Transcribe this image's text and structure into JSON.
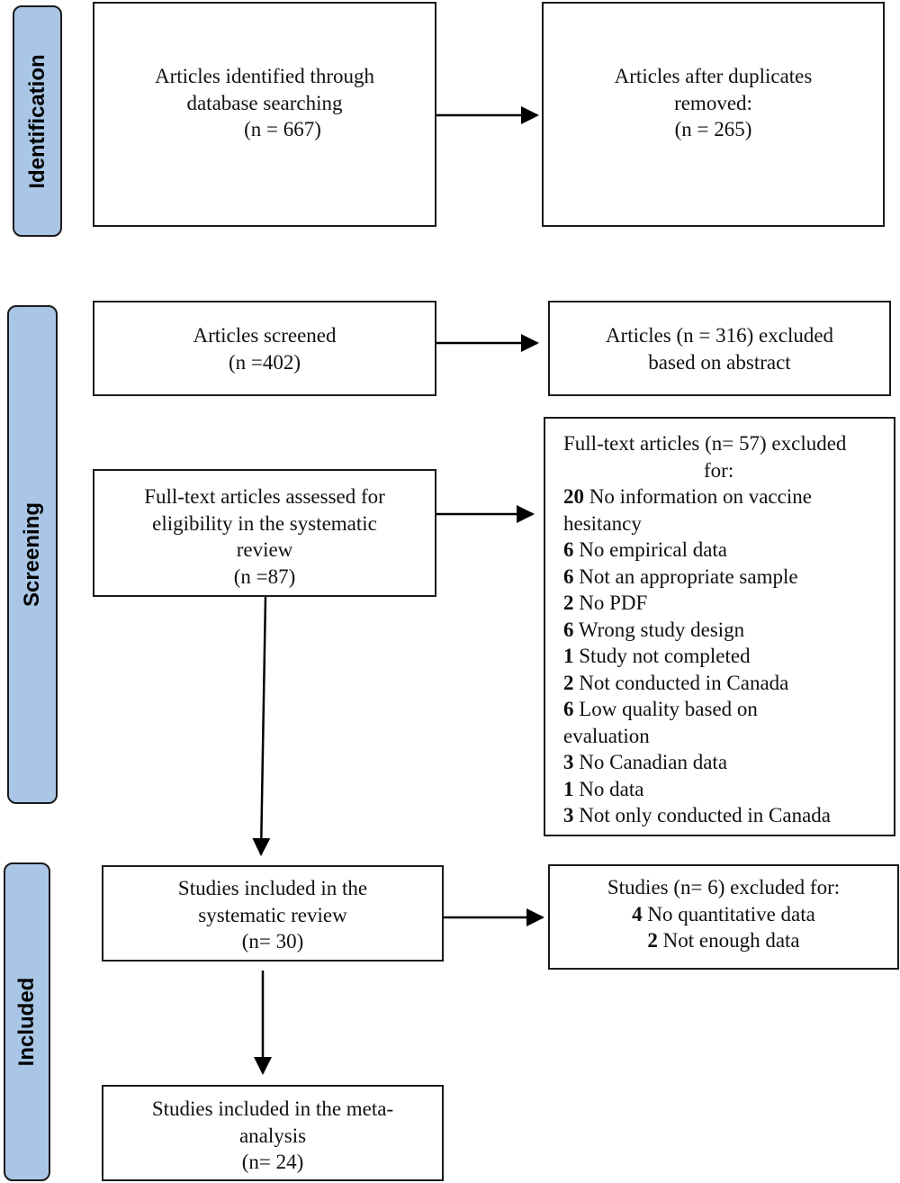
{
  "phases": {
    "identification": "Identification",
    "screening": "Screening",
    "included": "Included"
  },
  "boxes": {
    "identified": [
      "Articles identified through",
      "database searching",
      "(n = 667)"
    ],
    "duplicates_removed": [
      "Articles after duplicates",
      "removed:",
      "(n = 265)"
    ],
    "screened": [
      "Articles screened",
      "(n =402)"
    ],
    "excluded_abstract": [
      "Articles (n = 316) excluded",
      "based on abstract"
    ],
    "assessed": [
      "Full-text articles assessed for",
      "eligibility in the systematic",
      "review",
      "(n =87)"
    ],
    "excluded_fulltext": {
      "header": [
        "Full-text articles (n= 57) excluded",
        "for:"
      ],
      "items": [
        {
          "count": "20",
          "reason": "No information on vaccine",
          "reason_cont": "hesitancy"
        },
        {
          "count": "6",
          "reason": "No empirical data"
        },
        {
          "count": "6",
          "reason": "Not an appropriate sample"
        },
        {
          "count": "2",
          "reason": "No PDF"
        },
        {
          "count": "6",
          "reason": "Wrong study design"
        },
        {
          "count": "1",
          "reason": "Study not completed"
        },
        {
          "count": "2",
          "reason": "Not conducted in Canada"
        },
        {
          "count": "6",
          "reason": "Low quality based on",
          "reason_cont": "evaluation"
        },
        {
          "count": "3",
          "reason": "No Canadian data"
        },
        {
          "count": "1",
          "reason": "No data"
        },
        {
          "count": "3",
          "reason": "Not only conducted in Canada"
        }
      ]
    },
    "included_review": [
      "Studies included in the",
      "systematic review",
      "(n= 30)"
    ],
    "excluded_meta": {
      "header": "Studies (n= 6) excluded for:",
      "items": [
        {
          "count": "4",
          "reason": "No quantitative data"
        },
        {
          "count": "2",
          "reason": "Not enough data"
        }
      ]
    },
    "included_meta": [
      "Studies included in the meta-",
      "analysis",
      "(n= 24)"
    ]
  }
}
